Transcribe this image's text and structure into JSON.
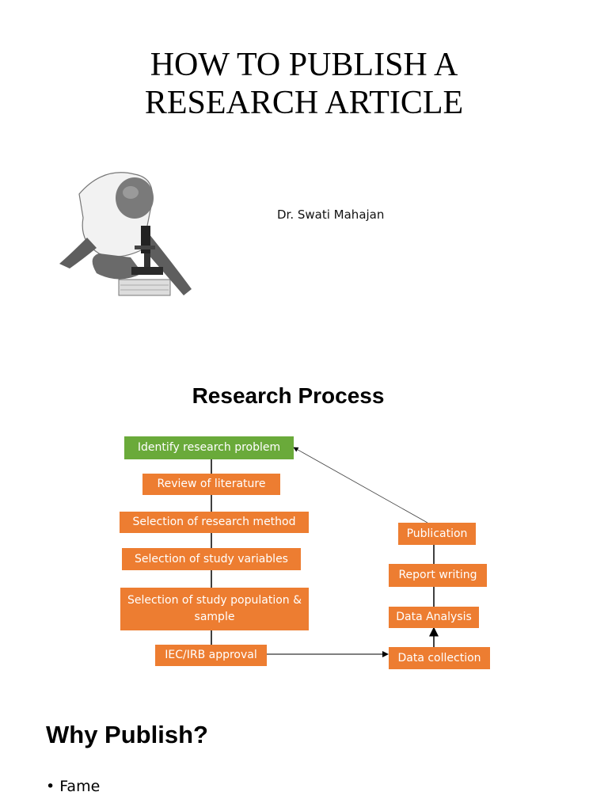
{
  "slide1": {
    "title_line1": "HOW TO PUBLISH A",
    "title_line2": "RESEARCH ARTICLE",
    "author": "Dr. Swati Mahajan"
  },
  "slide2": {
    "title": "Research Process",
    "steps": {
      "identify": "Identify research problem",
      "review": "Review of literature",
      "method": "Selection of research method",
      "variables": "Selection of study variables",
      "population": "Selection of study population & sample",
      "approval": "IEC/IRB approval",
      "collection": "Data collection",
      "analysis": "Data Analysis",
      "report": "Report writing",
      "publication": "Publication"
    },
    "colors": {
      "step": "#ED7D31",
      "start": "#6AAA3A"
    }
  },
  "slide3": {
    "title": "Why Publish?",
    "bullets": [
      "Fame"
    ]
  }
}
